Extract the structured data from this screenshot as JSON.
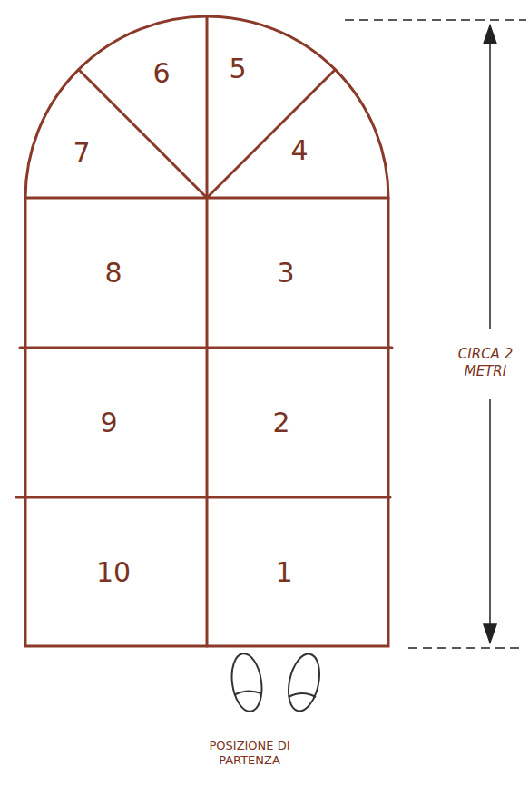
{
  "diagram": {
    "nodes": [
      {
        "text": [
          "1"
        ]
      },
      {
        "text": [
          "2"
        ]
      },
      {
        "text": [
          "3"
        ]
      },
      {
        "text": [
          "4"
        ]
      },
      {
        "text": [
          "5"
        ]
      },
      {
        "text": [
          "6"
        ]
      },
      {
        "text": [
          "7"
        ]
      },
      {
        "text": [
          "8"
        ]
      },
      {
        "text": [
          "9"
        ]
      },
      {
        "text": [
          "10"
        ]
      }
    ],
    "labels": [
      "CIRCA 2 METRI",
      "POSIZIONE DI PARTENZA"
    ]
  }
}
